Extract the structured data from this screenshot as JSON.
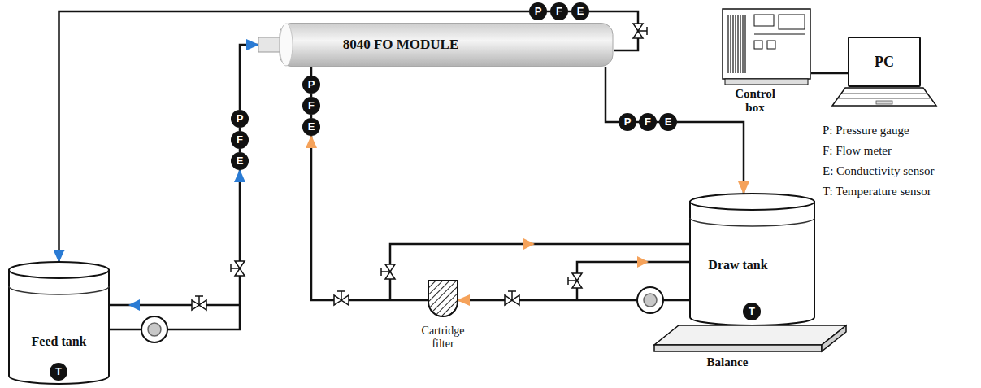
{
  "diagram": {
    "nodes": [
      {
        "text": [
          "8040 FO MODULE"
        ]
      },
      {
        "text": [
          "P"
        ]
      },
      {
        "text": [
          "F"
        ]
      },
      {
        "text": [
          "E"
        ]
      },
      {
        "text": [
          "Control box"
        ]
      },
      {
        "text": [
          "PC"
        ]
      },
      {
        "text": [
          "P"
        ]
      },
      {
        "text": [
          "F"
        ]
      },
      {
        "text": [
          "E"
        ]
      },
      {
        "text": [
          "P"
        ]
      },
      {
        "text": [
          "F"
        ]
      },
      {
        "text": [
          "E"
        ]
      },
      {
        "text": [
          "P"
        ]
      },
      {
        "text": [
          "F"
        ]
      },
      {
        "text": [
          "E"
        ]
      },
      {
        "text": [
          "Draw tank"
        ]
      },
      {
        "text": [
          "T"
        ],
        "in": 15
      },
      {
        "text": [
          "Cartridge filter"
        ]
      },
      {
        "text": [
          "Feed tank"
        ]
      },
      {
        "text": [
          "T"
        ],
        "in": 18
      },
      {
        "text": [
          "Balance"
        ]
      }
    ],
    "edges": [
      {
        "from": 0,
        "to": 3,
        "arrow": "none"
      },
      {
        "from": 3,
        "to": 2,
        "arrow": "none"
      },
      {
        "from": 2,
        "to": 1,
        "arrow": "none"
      },
      {
        "from": 1,
        "to": 18,
        "arrow": "to"
      },
      {
        "from": 18,
        "to": 8,
        "arrow": "to"
      },
      {
        "from": 8,
        "to": 7,
        "arrow": "none"
      },
      {
        "from": 7,
        "to": 6,
        "arrow": "none"
      },
      {
        "from": 6,
        "to": 0,
        "arrow": "to"
      },
      {
        "from": 15,
        "to": 17,
        "arrow": "to"
      },
      {
        "from": 17,
        "to": 11,
        "arrow": "to"
      },
      {
        "from": 11,
        "to": 10,
        "arrow": "none"
      },
      {
        "from": 10,
        "to": 9,
        "arrow": "none"
      },
      {
        "from": 9,
        "to": 0,
        "arrow": "none"
      },
      {
        "from": 0,
        "to": 12,
        "arrow": "none"
      },
      {
        "from": 12,
        "to": 13,
        "arrow": "none"
      },
      {
        "from": 13,
        "to": 14,
        "arrow": "none"
      },
      {
        "from": 14,
        "to": 15,
        "arrow": "to"
      },
      {
        "from": 4,
        "to": 5,
        "arrow": "none"
      }
    ],
    "labels": [
      "P: Pressure gauge",
      "F: Flow meter",
      "E: Conductivity sensor",
      "T: Temperature sensor"
    ]
  }
}
